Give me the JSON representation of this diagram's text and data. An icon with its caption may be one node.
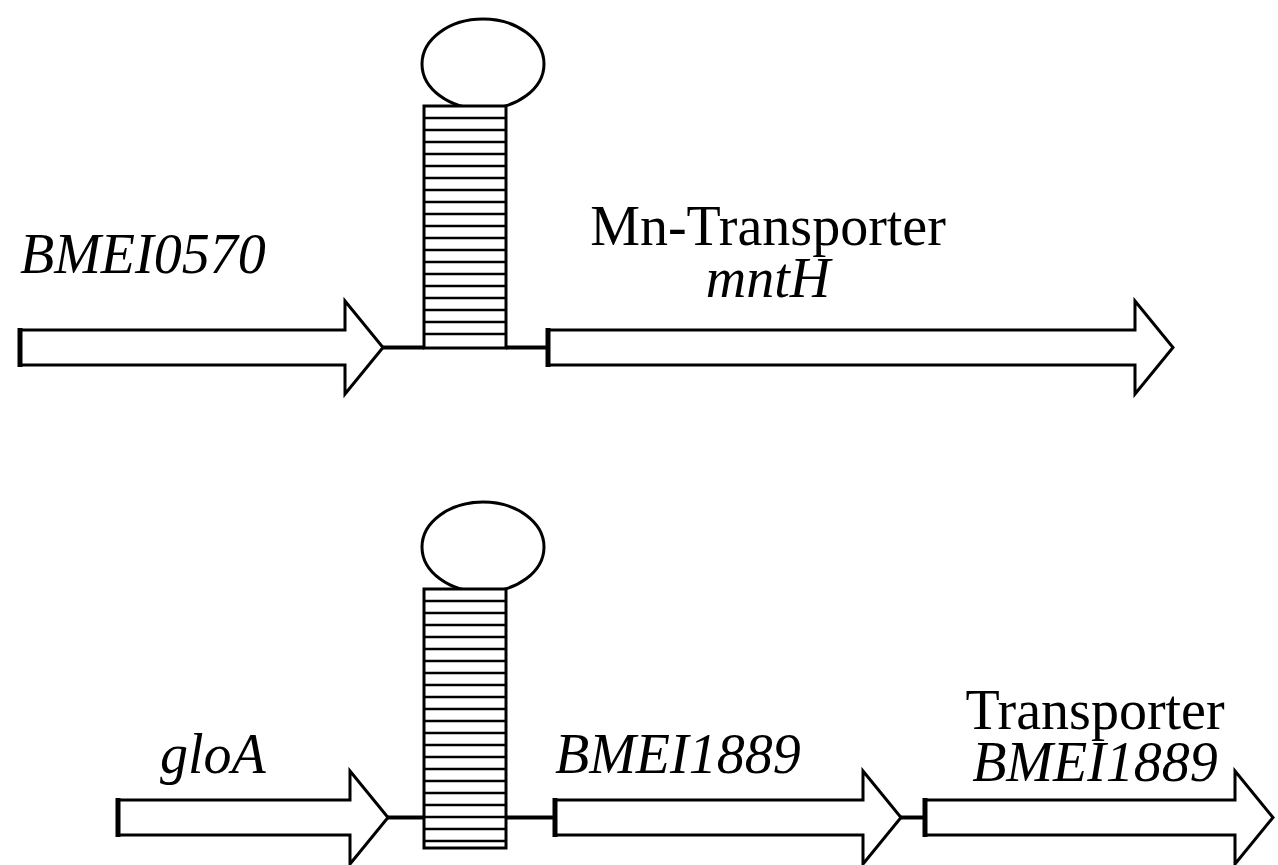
{
  "diagram": {
    "nodes": [
      {
        "text": [
          "BMEI0570"
        ]
      },
      {
        "text": [],
        "shape": "hairpin"
      },
      {
        "text": [
          "Mn-Transporter",
          "mntH"
        ]
      },
      {
        "text": [
          "gloA"
        ]
      },
      {
        "text": [],
        "shape": "hairpin"
      },
      {
        "text": [
          "BMEI1889"
        ]
      },
      {
        "text": [
          "Transporter",
          "BMEI1889"
        ]
      }
    ],
    "edges": [
      {
        "from": 0,
        "to": 1,
        "arrow": "none"
      },
      {
        "from": 1,
        "to": 2,
        "arrow": "none"
      },
      {
        "from": 3,
        "to": 4,
        "arrow": "none"
      },
      {
        "from": 4,
        "to": 5,
        "arrow": "none"
      },
      {
        "from": 5,
        "to": 6,
        "arrow": "none"
      }
    ]
  }
}
